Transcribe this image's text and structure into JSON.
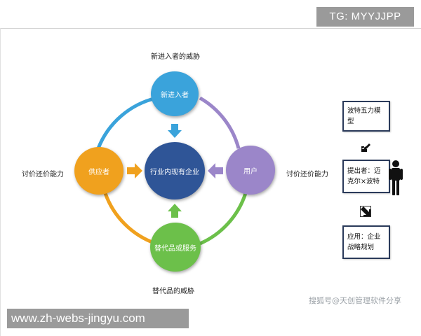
{
  "overlays": {
    "tg_banner": "TG: MYYJJPP",
    "web_banner": "www.zh-webs-jingyu.com",
    "watermark": "搜狐号@天创管理软件分享"
  },
  "diagram": {
    "top_caption": "新进入者的威胁",
    "bottom_caption": "替代品的威胁",
    "left_caption": "讨价还价能力",
    "right_caption": "讨价还价能力",
    "nodes": {
      "top": "新进入者",
      "left": "供应者",
      "center": "行业内现有企业",
      "right": "用户",
      "bottom": "替代品或服务"
    }
  },
  "side_panel": {
    "box1": "波特五力模型",
    "box2": "提出者：迈克尔×波特",
    "box3": "应用：企业战略规划"
  },
  "colors": {
    "top_node": "#3aa3db",
    "left_node": "#f0a11e",
    "center_node": "#2f5597",
    "right_node": "#9b86c9",
    "bottom_node": "#6cc04a",
    "arrow_orange": "#f0a11e",
    "arrow_blue": "#3aa3db",
    "arrow_purple": "#9b86c9",
    "arrow_green": "#6cc04a",
    "box_border": "#2a3a5a"
  }
}
